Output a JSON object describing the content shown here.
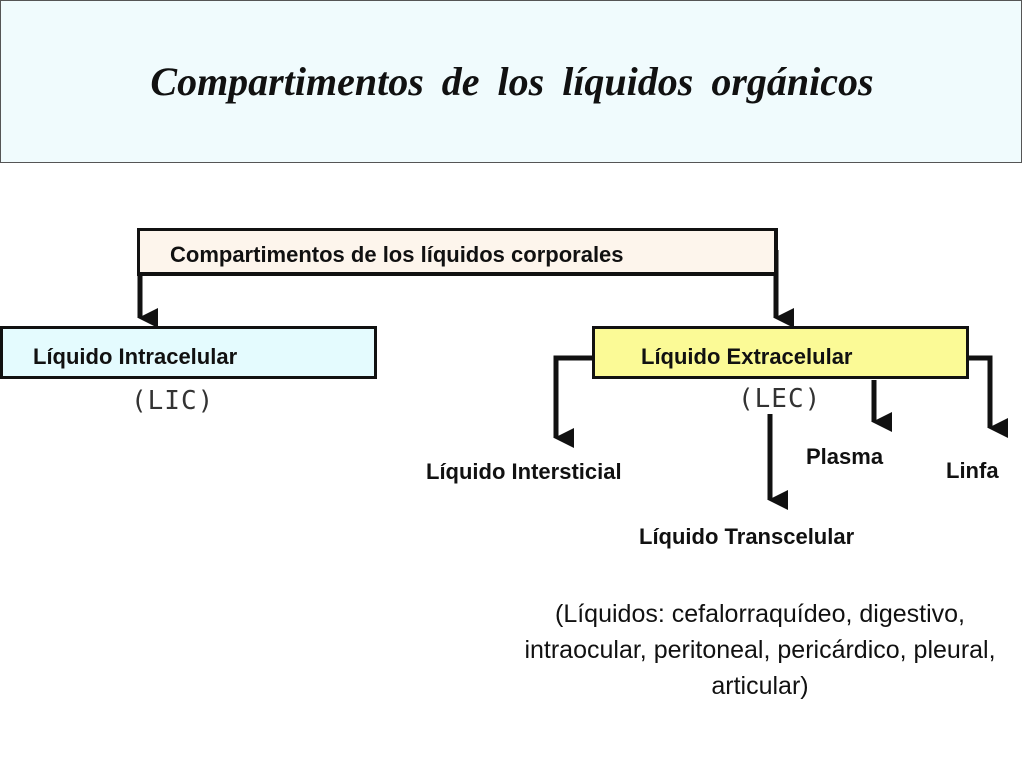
{
  "slide": {
    "title": "Compartimentos  de  los  líquidos  orgánicos"
  },
  "diagram": {
    "root": "Compartimentos de los líquidos corporales",
    "intracellular": {
      "label": "Líquido Intracelular",
      "abbr": "(LIC)"
    },
    "extracellular": {
      "label": "Líquido Extracelular",
      "abbr": "(LEC)"
    },
    "children": {
      "interstitial": "Líquido Intersticial",
      "transcellular": "Líquido Transcelular",
      "plasma": "Plasma",
      "lymph": "Linfa"
    },
    "note": "(Líquidos: cefalorraquídeo, digestivo, intraocular, peritoneal, pericárdico, pleural, articular)"
  },
  "colors": {
    "title_bg": "#f0fbfd",
    "root_bg": "#fdf5ec",
    "lic_bg": "#e4fbfe",
    "lec_bg": "#fbfa96",
    "line": "#111111"
  }
}
